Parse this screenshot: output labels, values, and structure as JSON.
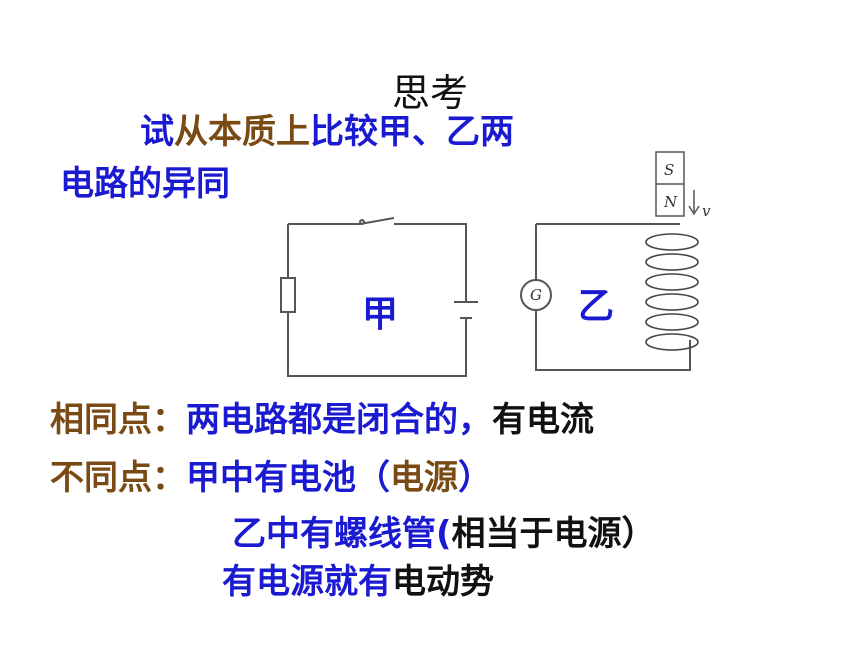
{
  "title": "思考",
  "question": {
    "line1_a": "试",
    "line1_b": "从本质上",
    "line1_c": "比较甲、乙两",
    "line2": "电路的异同"
  },
  "circuit": {
    "label_jia": "甲",
    "label_yi": "乙",
    "galvanometer": "G",
    "magnet_s": "S",
    "magnet_n": "N",
    "velocity": "v"
  },
  "same": {
    "label": "相同点：",
    "text_a": "两电路都是闭合的，",
    "text_b": "有电流"
  },
  "diff": {
    "label": "不同点：",
    "text_a": "甲中有电池",
    "text_b": "（",
    "text_c": "电源",
    "text_d": "）"
  },
  "diff2": {
    "text_a": "乙中有螺线管(",
    "text_b": "相当于电源）"
  },
  "conclusion": {
    "text_a": "有电源就有",
    "text_b": "电动势"
  }
}
